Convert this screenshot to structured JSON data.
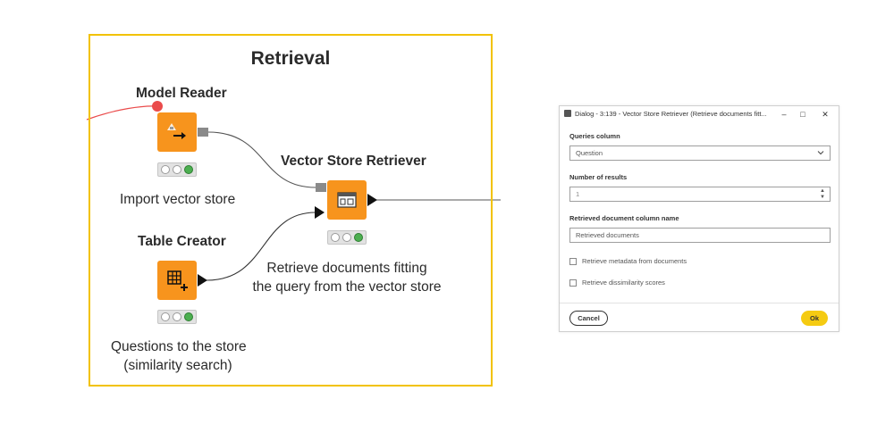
{
  "workflow": {
    "annotation_title": "Retrieval",
    "accent_color": "#f2c200",
    "node_color": "#f7941d",
    "nodes": {
      "model_reader": {
        "title": "Model Reader",
        "description": "Import vector store",
        "icon": "model-reader-icon",
        "status": "executed"
      },
      "table_creator": {
        "title": "Table Creator",
        "description_line1": "Questions to the store",
        "description_line2": "(similarity search)",
        "icon": "table-creator-icon",
        "status": "executed"
      },
      "vector_store_retriever": {
        "title": "Vector Store Retriever",
        "description_line1": "Retrieve documents fitting",
        "description_line2": "the query from the vector store",
        "icon": "vector-store-retriever-icon",
        "status": "executed"
      }
    }
  },
  "dialog": {
    "title": "Dialog - 3:139 - Vector Store Retriever (Retrieve documents fitt...",
    "queries_column_label": "Queries column",
    "queries_column_value": "Question",
    "number_of_results_label": "Number of results",
    "number_of_results_value": "1",
    "retrieved_column_label": "Retrieved document column name",
    "retrieved_column_value": "Retrieved documents",
    "checkbox_metadata_label": "Retrieve metadata from documents",
    "checkbox_metadata_checked": false,
    "checkbox_dissimilarity_label": "Retrieve dissimilarity scores",
    "checkbox_dissimilarity_checked": false,
    "cancel_label": "Cancel",
    "ok_label": "Ok",
    "ok_color": "#f5cb12"
  }
}
